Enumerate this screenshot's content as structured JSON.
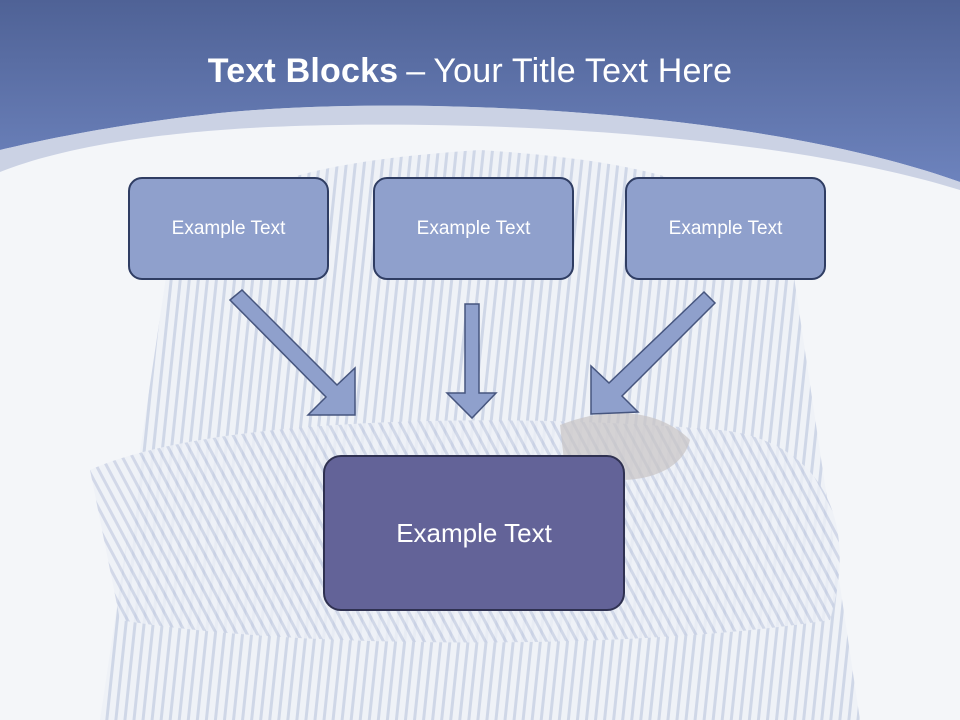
{
  "title": {
    "bold_part": "Text Blocks",
    "dash": "–",
    "rest": "Your Title Text Here"
  },
  "boxes": {
    "top_left": "Example Text",
    "top_center": "Example Text",
    "top_right": "Example Text",
    "main": "Example Text"
  },
  "colors": {
    "header": "#5e75ad",
    "box_fill": "#8fa0cc",
    "main_fill": "#636398",
    "arrow": "#8fa0cc",
    "border": "#2f3d63"
  }
}
